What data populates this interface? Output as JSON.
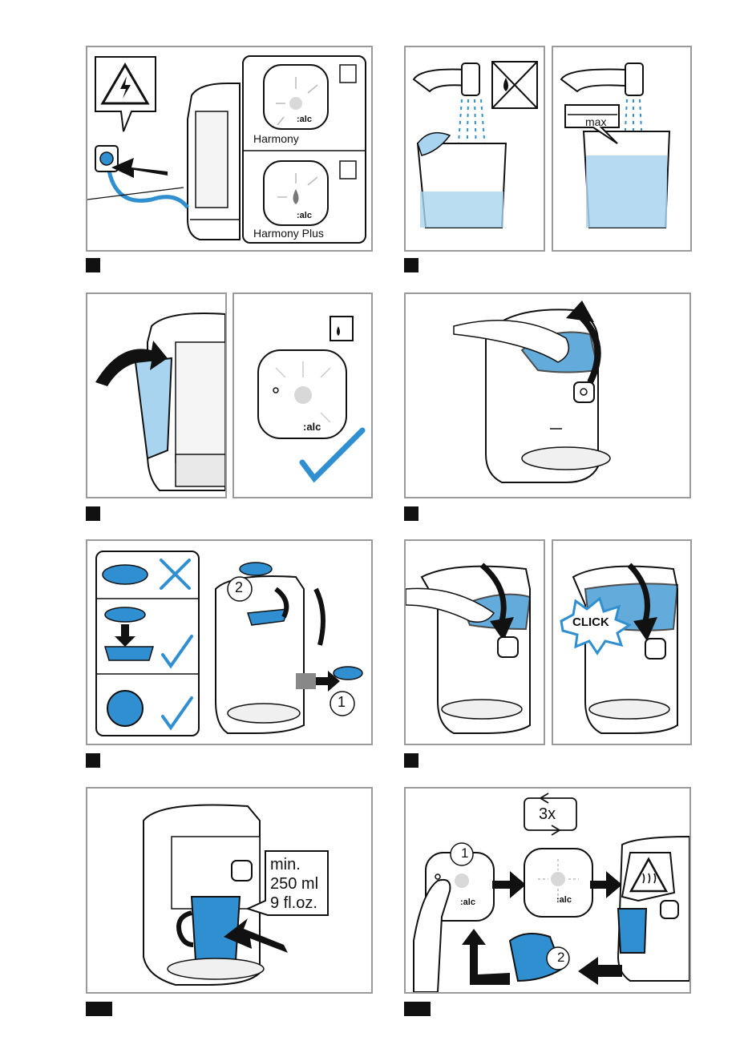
{
  "panel_1": {
    "model_a": "Harmony",
    "model_b": "Harmony Plus",
    "calc_label": ":alc"
  },
  "panel_2": {
    "max_label": "max"
  },
  "panel_3": {
    "calc_label": ":alc"
  },
  "panel_5": {
    "step_one": "1",
    "step_two": "2"
  },
  "panel_6": {
    "click_label": "CLICK"
  },
  "panel_7": {
    "cup_line1": "min.",
    "cup_line2": "250 ml",
    "cup_line3": "9 fl.oz."
  },
  "panel_8": {
    "repeat_label": "3x",
    "step_one": "1",
    "step_two": "2",
    "calc_label": ":alc"
  },
  "colors": {
    "accent_blue": "#2f8fd0",
    "light_blue": "#a9d4ef",
    "outline": "#111111",
    "frame": "#9a9a9a"
  }
}
